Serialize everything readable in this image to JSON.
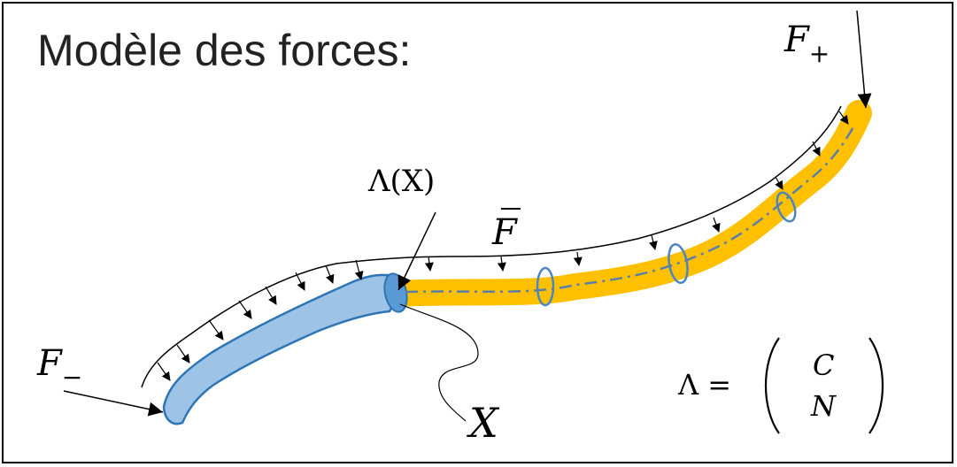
{
  "title": "Modèle des forces:",
  "labels": {
    "f_plus_letter": "F",
    "f_plus_sub": "+",
    "f_minus_letter": "F",
    "f_minus_sub": "−",
    "lambda_of_x": "Λ(X)",
    "f_bar_letter": "F",
    "x_label": "X",
    "lambda_eq": "Λ =",
    "matrix_top": "C",
    "matrix_bottom": "N"
  },
  "colors": {
    "rod_yellow": "#ffc000",
    "rod_blue": "#9dc3e6",
    "rod_blue_outline": "#2e75b6",
    "section_outline": "#4a86c0",
    "centerline": "#5b7fa6",
    "force_line": "#000000"
  }
}
